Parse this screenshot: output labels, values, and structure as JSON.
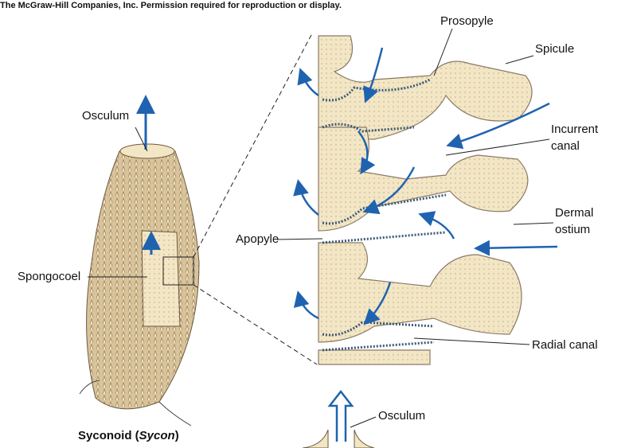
{
  "credit": "The McGraw-Hill Companies, Inc. Permission required for reproduction or display.",
  "labels": {
    "prosopyle": "Prosopyle",
    "spicule": "Spicule",
    "incurrent_line1": "Incurrent",
    "incurrent_line2": "canal",
    "dermal_line1": "Dermal",
    "dermal_line2": "ostium",
    "apopyle": "Apopyle",
    "radial_canal": "Radial canal",
    "osculum_top": "Osculum",
    "spongocoel": "Spongocoel",
    "osculum_bottom": "Osculum"
  },
  "caption": {
    "main": "Syconoid (",
    "italic": "Sycon",
    "close": ")"
  },
  "colors": {
    "tissue": "#f3e6c4",
    "flow_arrow": "#1f63b0",
    "choanocyte": "#3a5a78",
    "outline": "#8a7a66"
  }
}
